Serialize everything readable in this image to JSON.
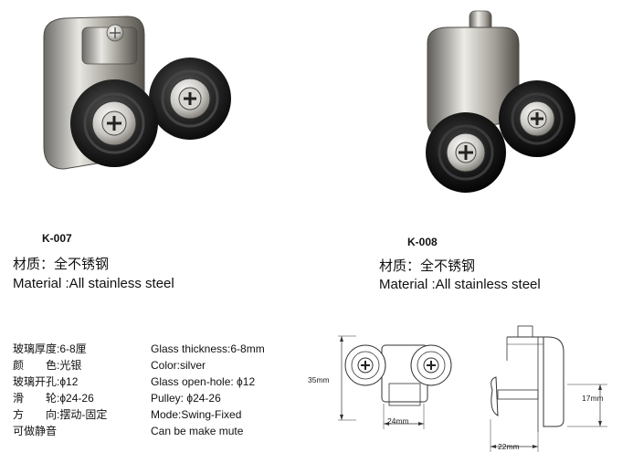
{
  "products": [
    {
      "code": "K-007",
      "material_cn": "材质：全不锈钢",
      "material_en": "Material :All stainless steel"
    },
    {
      "code": "K-008",
      "material_cn": "材质：全不锈钢",
      "material_en": "Material :All stainless steel"
    }
  ],
  "specs_cn": [
    "玻璃厚度:6-8厘",
    "颜　　色:光银",
    "玻璃开孔:ϕ12",
    "滑　　轮:ϕ24-26",
    "方　　向:摆动-固定",
    "可做静音"
  ],
  "specs_en": [
    "Glass thickness:6-8mm",
    "Color:silver",
    "Glass open-hole: ϕ12",
    "Pulley: ϕ24-26",
    "Mode:Swing-Fixed",
    "Can be make mute"
  ],
  "drawing": {
    "front_height": "35mm",
    "front_width": "24mm",
    "side_height": "17mm",
    "side_width": "22mm"
  }
}
